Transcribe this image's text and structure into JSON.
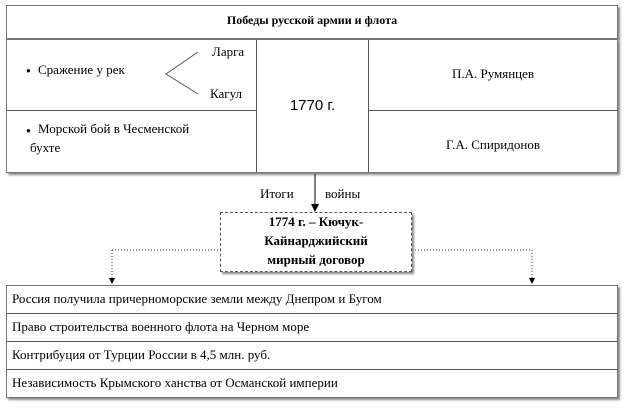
{
  "header": {
    "title": "Победы русской армии и флота"
  },
  "row1": {
    "bullet": "●",
    "left": "Сражение у рек",
    "river_top": "Ларга",
    "river_bottom": "Кагул",
    "commander": "П.А. Румянцев"
  },
  "year": "1770 г.",
  "row2": {
    "bullet": "●",
    "left_line1": "Морской бой в Чесменской",
    "left_line2": "бухте",
    "commander": "Г.А. Спиридонов"
  },
  "results": {
    "left": "Итоги",
    "right": "войны"
  },
  "treaty": {
    "line1": "1774 г. – Кючук-",
    "line2": "Кайнарджийский",
    "line3": "мирный договор"
  },
  "outcomes": [
    "Россия получила причерноморские земли между Днепром и Бугом",
    "Право строительства военного флота на Черном море",
    "Контрибуция от Турции России в 4,5 млн. руб.",
    "Независимость Крымского ханства от Османской империи"
  ]
}
